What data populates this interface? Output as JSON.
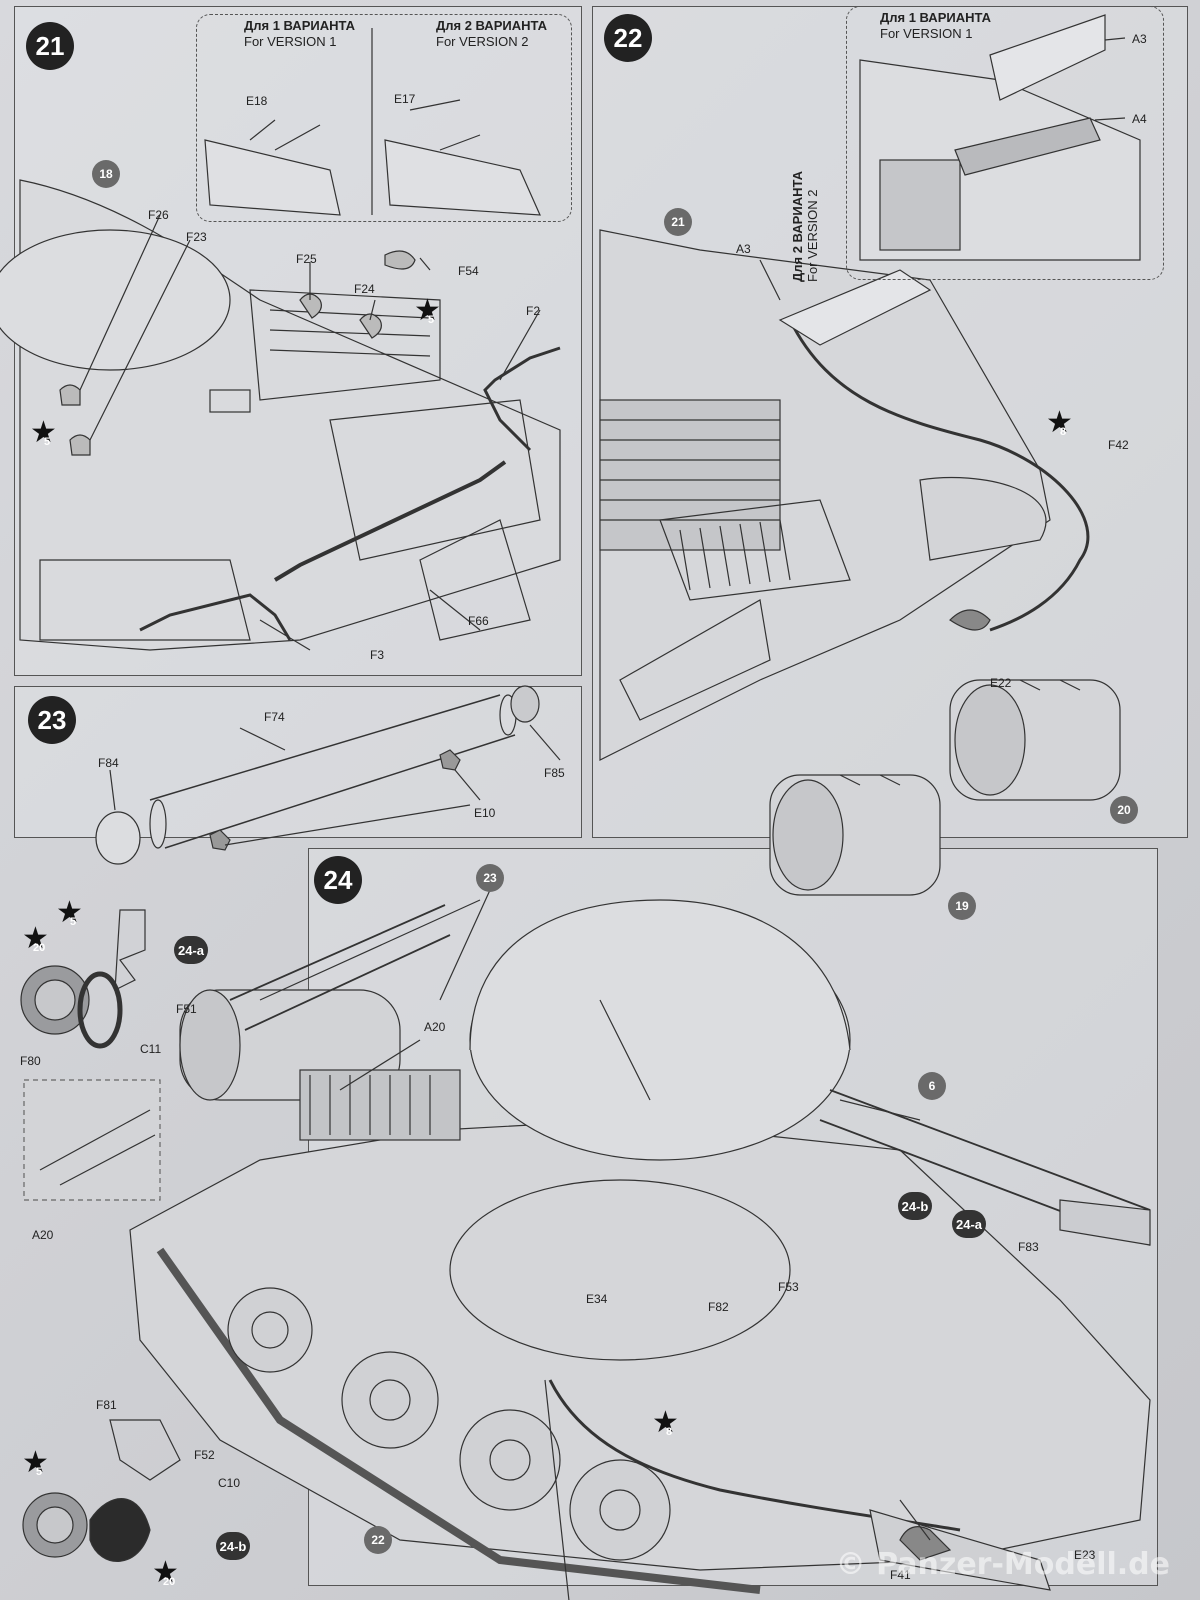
{
  "steps": {
    "s21": "21",
    "s22": "22",
    "s23": "23",
    "s24": "24"
  },
  "variants": {
    "v1_ru": "Для 1 ВАРИАНТА",
    "v1_en": "For VERSION 1",
    "v2_ru": "Для 2 ВАРИАНТА",
    "v2_en": "For VERSION 2"
  },
  "step21_parts": {
    "e18": "E18",
    "e17": "E17",
    "f26": "F26",
    "f23": "F23",
    "f25": "F25",
    "f54": "F54",
    "f24": "F24",
    "f2": "F2",
    "f3": "F3",
    "f66": "F66"
  },
  "step22_parts": {
    "a3": "A3",
    "a4": "A4",
    "a3b": "A3",
    "f42": "F42",
    "e22": "E22"
  },
  "step23_parts": {
    "f74": "F74",
    "f84": "F84",
    "f85": "F85",
    "e10": "E10"
  },
  "step24_parts": {
    "f51": "F51",
    "c11": "C11",
    "f80": "F80",
    "a20": "A20",
    "a20b": "A20",
    "e34": "E34",
    "f53": "F53",
    "f82": "F82",
    "f83": "F83",
    "f81": "F81",
    "f52": "F52",
    "c10": "C10",
    "e23": "E23",
    "f41": "F41"
  },
  "refs": {
    "r18": "18",
    "r21": "21",
    "r20": "20",
    "r19": "19",
    "r23": "23",
    "r6": "6",
    "r22": "22",
    "r20b": "20",
    "r20c": "20"
  },
  "paint_refs": {
    "p5a": "5",
    "p5b": "5",
    "p8a": "8",
    "p8b": "8",
    "p5c": "5",
    "p5d": "5"
  },
  "sub_tags": {
    "t24a": "24-a",
    "t24b": "24-b",
    "t24a2": "24-a",
    "t24b2": "24-b"
  },
  "watermark": "© Panzer-Modell.de"
}
